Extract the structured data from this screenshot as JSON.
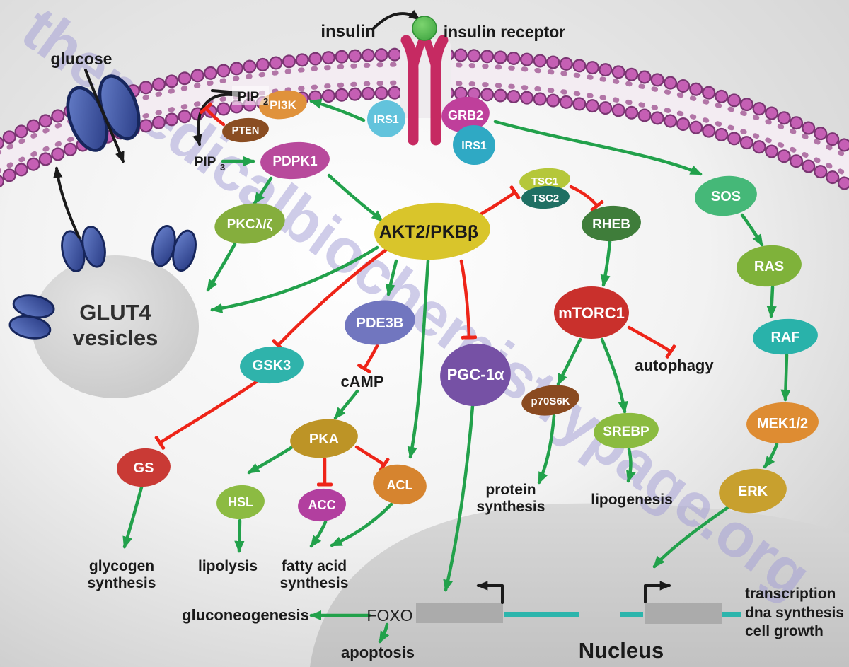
{
  "watermark": "themedicalbiochemistrypage.org",
  "colors": {
    "activate": "#22a14b",
    "inhibit": "#ee2418",
    "neutral": "#1a1a1a",
    "dna_line": "#2cb5ac",
    "gene_box": "#ababab",
    "membrane_head": "#c55fb4",
    "membrane_head_outline": "#7a3572",
    "membrane_band": "#f3ecf2",
    "receptor": "#c62a62",
    "insulin_ligand": "#4cb648",
    "nucleus_fill": "#cfcfcf",
    "vesicle_fill": "#d6d6d6",
    "channel_blue": "#33479b",
    "watermark_color": "#a29dd6"
  },
  "labels": {
    "glucose": "glucose",
    "insulin": "insulin",
    "insulin_receptor": "insulin receptor",
    "pip2_base": "PIP",
    "pip2_sub": "2",
    "pip3_base": "PIP",
    "pip3_sub": "3",
    "camp": "cAMP",
    "autophagy": "autophagy",
    "protein_line1": "protein",
    "protein_line2": "synthesis",
    "lipogenesis": "lipogenesis",
    "glycogen_line1": "glycogen",
    "glycogen_line2": "synthesis",
    "lipolysis": "lipolysis",
    "fatty_line1": "fatty acid",
    "fatty_line2": "synthesis",
    "gluconeogenesis": "gluconeogenesis",
    "foxo": "FOXO",
    "apoptosis": "apoptosis",
    "glut4_line1": "GLUT4",
    "glut4_line2": "vesicles",
    "nucleus": "Nucleus",
    "transcription_line1": "transcription",
    "transcription_line2": "dna synthesis",
    "transcription_line3": "cell growth"
  },
  "nodes": {
    "irs1_left": {
      "label": "IRS1",
      "color": "#62c3dc"
    },
    "grb2": {
      "label": "GRB2",
      "color": "#bf3f9b"
    },
    "irs1_right": {
      "label": "IRS1",
      "color": "#2fa9c4"
    },
    "pi3k": {
      "label": "PI3K",
      "color": "#e0923b"
    },
    "pten": {
      "label": "PTEN",
      "color": "#8a4d22"
    },
    "pdpk1": {
      "label": "PDPK1",
      "color": "#b84a9c"
    },
    "pkc": {
      "label": "PKCλ/ζ",
      "color": "#85ae3d"
    },
    "akt": {
      "label": "AKT2/PKBβ",
      "color": "#d9c52b"
    },
    "tsc1": {
      "label": "TSC1",
      "color": "#b5c73a"
    },
    "tsc2": {
      "label": "TSC2",
      "color": "#1f6f63"
    },
    "rheb": {
      "label": "RHEB",
      "color": "#3f7d3a"
    },
    "mtorc1": {
      "label": "mTORC1",
      "color": "#c9302c"
    },
    "sos": {
      "label": "SOS",
      "color": "#45b878"
    },
    "ras": {
      "label": "RAS",
      "color": "#7fb23a"
    },
    "raf": {
      "label": "RAF",
      "color": "#29b2aa"
    },
    "mek12": {
      "label": "MEK1/2",
      "color": "#de8c32"
    },
    "erk": {
      "label": "ERK",
      "color": "#c8a02e"
    },
    "gsk3": {
      "label": "GSK3",
      "color": "#2fb3ab"
    },
    "gs": {
      "label": "GS",
      "color": "#c93a35"
    },
    "pde3b": {
      "label": "PDE3B",
      "color": "#7176bf"
    },
    "pgc1a": {
      "label": "PGC-1α",
      "color": "#7651a5"
    },
    "p70s6k": {
      "label": "p70S6K",
      "color": "#8a4a20"
    },
    "srebp": {
      "label": "SREBP",
      "color": "#8bbb40"
    },
    "pka": {
      "label": "PKA",
      "color": "#bd9426"
    },
    "hsl": {
      "label": "HSL",
      "color": "#8cbb42"
    },
    "acc": {
      "label": "ACC",
      "color": "#b23f9f"
    },
    "acl": {
      "label": "ACL",
      "color": "#d6842f"
    }
  }
}
